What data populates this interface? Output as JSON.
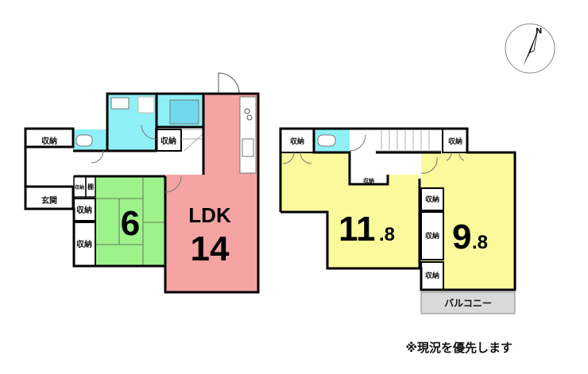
{
  "floor1": {
    "storage_labels": [
      "収納",
      "収納",
      "収納",
      "収納",
      "収納"
    ],
    "shelf": "棚",
    "entrance": "玄関",
    "japanese_room_size": "6",
    "ldk_label": "LDK",
    "ldk_size": "14"
  },
  "floor2": {
    "storage_labels": [
      "収納",
      "収納",
      "収納",
      "収納",
      "収納",
      "収納"
    ],
    "room1_main": "11",
    "room1_dec": ".8",
    "room2_main": "9",
    "room2_dec": ".8",
    "balcony": "バルコニー"
  },
  "compass": {
    "north": "N"
  },
  "note": "※現況を優先します",
  "colors": {
    "wet": "#8ff0f7",
    "tatami": "#9df28a",
    "ldk": "#f5a3a3",
    "bedroom": "#fafa9c",
    "balcony": "#d9d9d9"
  }
}
